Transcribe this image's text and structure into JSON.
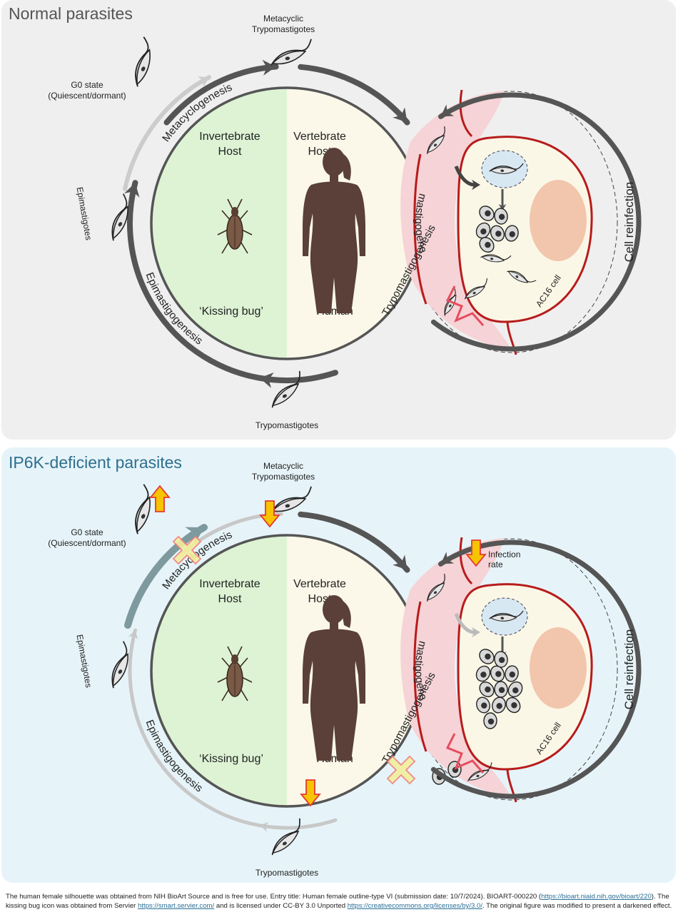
{
  "colors": {
    "top_background": "#efefef",
    "bottom_background": "#e6f4f9",
    "invertebrate_half": "#ddf3d4",
    "vertebrate_half": "#fbf8e9",
    "host_cell_membrane": "#b71c1c",
    "nucleus": "#f2c6ac",
    "tissue": "#f6d3d6",
    "upregulation_arrow": "#f6c400",
    "blocked_marker": "#f3ee9c"
  },
  "panels": [
    {
      "title": "Normal parasites",
      "labels": {
        "metacyclic": "Metacyclic Trypomastigotes",
        "g0_state": "G0 state",
        "quiescent": "(Quiescent/dormant)",
        "epimastigotes": "Epimastigotes",
        "trypomastigotes": "Trypomastigotes",
        "invertebrate_host": "Invertebrate Host",
        "vertebrate_host": "Vertebrate Host",
        "kissing_bug": "‘Kissing bug’",
        "human": "Human",
        "metacyclogenesis": "Metacyclogenesis",
        "epimastigogenesis": "Epimastigogenesis",
        "amastigogenesis": "Amastigogenesis",
        "trypomastigogenesis": "Trypomastigogenesis",
        "cell_reinfection": "Cell reinfection",
        "ac16_cell": "AC16 cell"
      },
      "indicators": {
        "metacyclogenesis_blocked": false,
        "trypomastigogenesis_blocked": false,
        "g0_up": false,
        "metacyclic_down": false,
        "infection_rate_down": false,
        "trypomastigotes_down": false
      }
    },
    {
      "title": "IP6K-deficient parasites",
      "labels": {
        "metacyclic": "Metacyclic Trypomastigotes",
        "g0_state": "G0 state",
        "quiescent": "(Quiescent/dormant)",
        "epimastigotes": "Epimastigotes",
        "trypomastigotes": "Trypomastigotes",
        "invertebrate_host": "Invertebrate Host",
        "vertebrate_host": "Vertebrate Host",
        "kissing_bug": "‘Kissing bug’",
        "human": "Human",
        "metacyclogenesis": "Metacyclogenesis",
        "epimastigogenesis": "Epimastigogenesis",
        "amastigogenesis": "Amastigogenesis",
        "trypomastigogenesis": "Trypomastigogenesis",
        "cell_reinfection": "Cell reinfection",
        "ac16_cell": "AC16 cell",
        "infection_rate": "Infection rate"
      },
      "indicators": {
        "metacyclogenesis_blocked": true,
        "trypomastigogenesis_blocked": true,
        "g0_up": true,
        "metacyclic_down": true,
        "infection_rate_down": true,
        "trypomastigotes_down": true
      }
    }
  ],
  "footer": {
    "text_1": "The human female silhouette was obtained from NIH BioArt Source and is free for use. Entry title: Human female outline-type VI (submission date: 10/7/2024). BIOART-000220 (",
    "link_1": "https://bioart.niaid.nih.gov/bioart/220",
    "text_2": "). The kissing bug icon was obtained from Servier ",
    "link_2": "https://smart.servier.com/",
    "text_3": " and is licensed under CC-BY 3.0 Unported ",
    "link_3": "https://creativecommons.org/licenses/by/3.0/",
    "text_4": ". The original figure was modified to present a darkened effect."
  }
}
